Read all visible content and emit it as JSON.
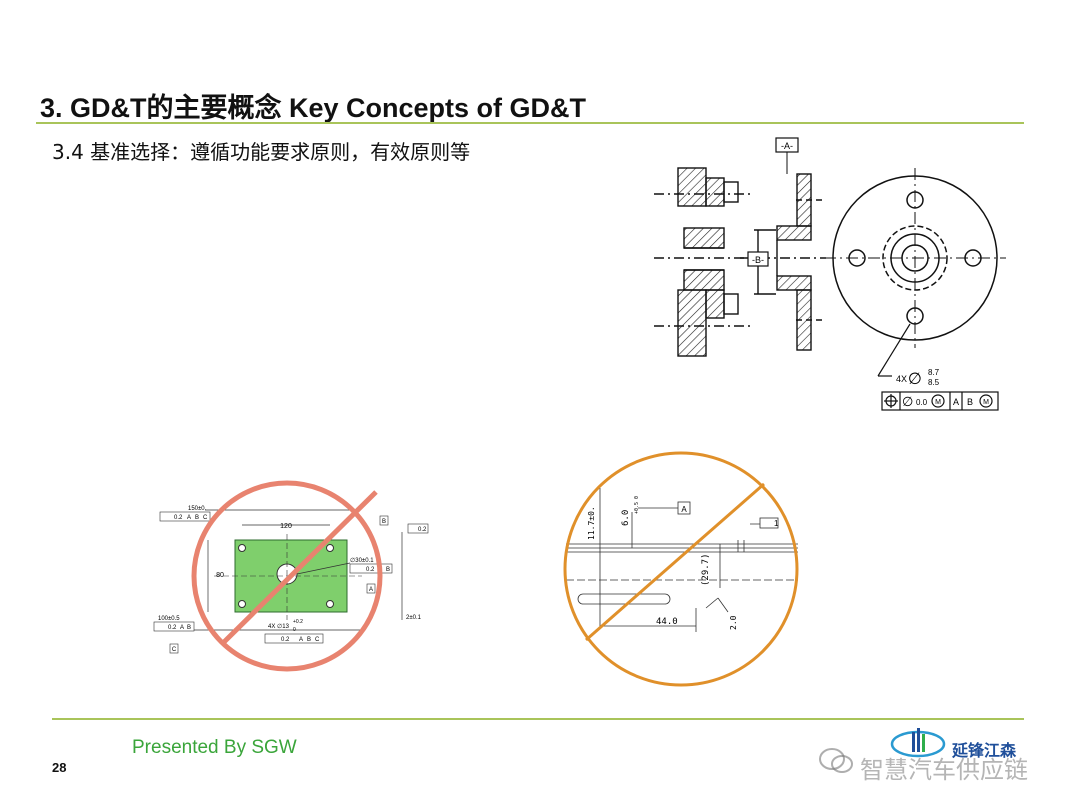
{
  "slide": {
    "title": "3. GD&T的主要概念  Key Concepts of GD&T",
    "subtitle": "3.4 基准选择：遵循功能要求原则，有效原则等",
    "presenter": "Presented By SGW",
    "page_number": "28"
  },
  "drawing_top": {
    "datum_a": "-A-",
    "datum_b": "-B-",
    "hole_count": "4X",
    "hole_size_upper": "8.7",
    "hole_size_lower": "8.5",
    "fcf_tolerance": "0.0",
    "fcf_datum_a": "A",
    "fcf_datum_b": "B"
  },
  "drawing_left": {
    "width_dim": "150±0.",
    "inner_width_dim": "120",
    "height_dim": "80",
    "profile_box": "0.2",
    "profile_datums": [
      "A",
      "B",
      "C"
    ],
    "center_hole_dim": "∅30±0.1",
    "center_hole_tol": "0.2",
    "center_hole_datum": "B",
    "datum_a_label": "A",
    "bottom_dim": "100±0.5",
    "bottom_box": "0.2",
    "bottom_datums": [
      "A",
      "B"
    ],
    "datum_c_label": "C",
    "holes_note": "4X ∅13",
    "holes_tol_upper": "+0.2",
    "holes_tol_lower": "0",
    "holes_pos_tol": "0.2",
    "holes_pos_datums": [
      "A",
      "B",
      "C"
    ],
    "datum_b_label": "B",
    "flatness_tol": "0.2",
    "thickness_dim": "2±0.1"
  },
  "drawing_right": {
    "vertical_dim": "11.7±0.",
    "small_dim": "6.0",
    "small_tol": "+0.5 0",
    "datum_label": "A",
    "fcf_value": "1",
    "ref_dim": "(29.7)",
    "bottom_dim": "44.0",
    "angle_dim": "2.0"
  },
  "branding": {
    "logo_text": "延锋江森",
    "watermark": "智慧汽车供应链"
  },
  "colors": {
    "rule": "#a9c45a",
    "presenter": "#3aa53a",
    "prohibit_left": "#e8836f",
    "prohibit_right": "#e0902a",
    "plate_fill": "#7fcf6c"
  }
}
